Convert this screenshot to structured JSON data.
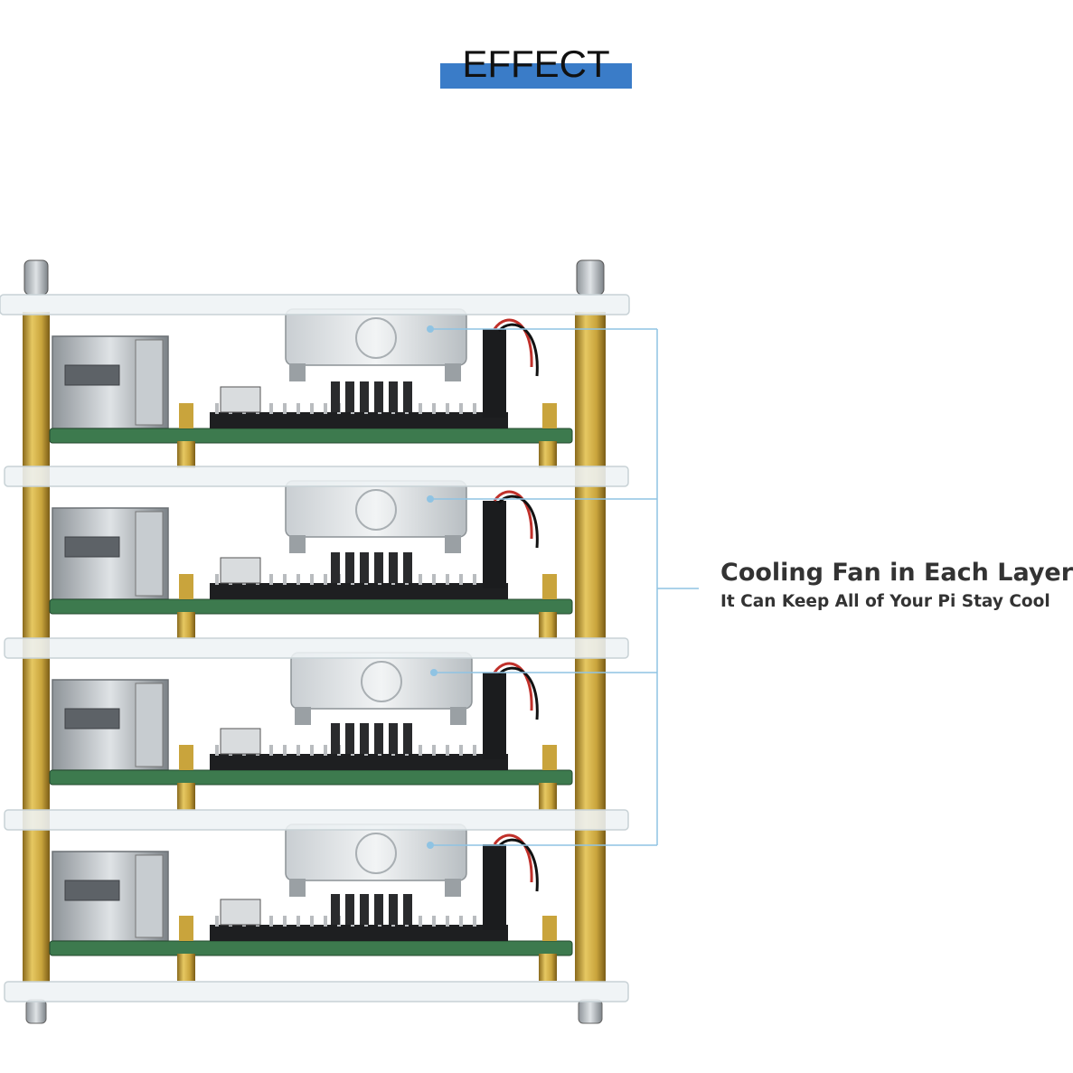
{
  "header": {
    "title": "EFFECT"
  },
  "callout": {
    "title": "Cooling Fan in Each Layer",
    "subtitle": "It Can Keep All of Your Pi Stay Cool"
  },
  "photo": {
    "layers": 4
  },
  "colors": {
    "accent_bar": "#3a7cc8",
    "leader_line": "#8fc3e3",
    "brass": "#c9a43c",
    "pcb": "#3d7a4e",
    "acrylic": "#eef3f5",
    "text": "#333333"
  }
}
